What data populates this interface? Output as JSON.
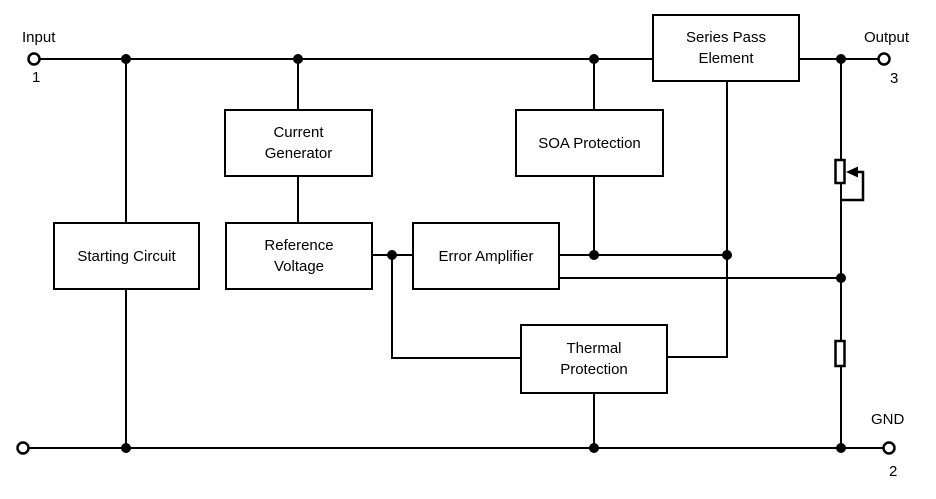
{
  "blocks": {
    "series_pass": {
      "label": "Series Pass\nElement"
    },
    "current_generator": {
      "label": "Current\nGenerator"
    },
    "soa_protection": {
      "label": "SOA Protection"
    },
    "starting_circuit": {
      "label": "Starting Circuit"
    },
    "reference_voltage": {
      "label": "Reference\nVoltage"
    },
    "error_amplifier": {
      "label": "Error Amplifier"
    },
    "thermal_protection": {
      "label": "Thermal\nProtection"
    }
  },
  "terminals": {
    "input": {
      "label": "Input",
      "pin": "1"
    },
    "output": {
      "label": "Output",
      "pin": "3"
    },
    "ground": {
      "label": "GND",
      "pin": "2"
    }
  },
  "colors": {
    "line": "#000000",
    "background": "#ffffff"
  }
}
